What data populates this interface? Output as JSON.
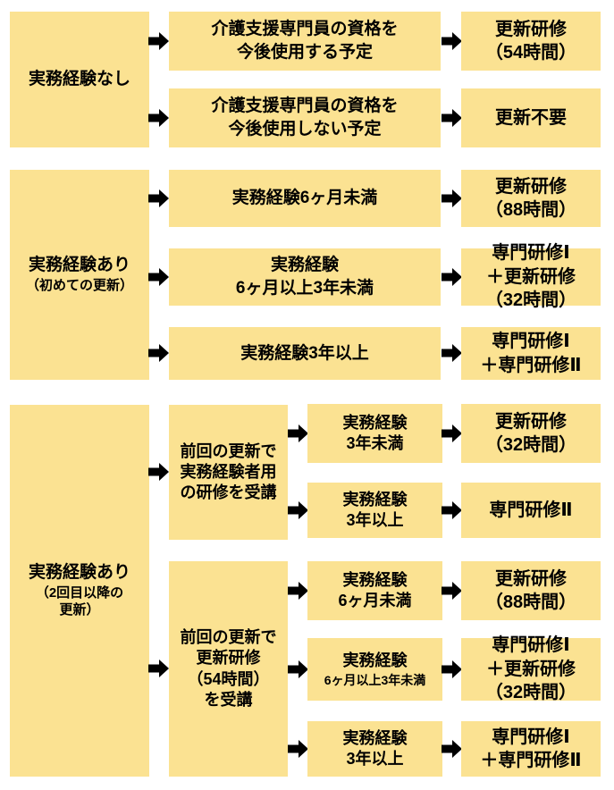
{
  "colors": {
    "box_fill": "#FBE292",
    "arrow": "#000000",
    "text": "#000000",
    "background": "#FFFFFF"
  },
  "sections": [
    {
      "id": "no-experience",
      "category": {
        "lines": [
          "実務経験なし"
        ]
      },
      "rows": [
        {
          "condition": {
            "lines": [
              "介護支援専門員の資格を",
              "今後使用する予定"
            ]
          },
          "result": {
            "lines": [
              "更新研修",
              "（54時間）"
            ]
          }
        },
        {
          "condition": {
            "lines": [
              "介護支援専門員の資格を",
              "今後使用しない予定"
            ]
          },
          "result": {
            "lines": [
              "更新不要"
            ]
          }
        }
      ]
    },
    {
      "id": "experience-first-renewal",
      "category": {
        "lines": [
          "実務経験あり",
          "（初めての更新）"
        ]
      },
      "rows": [
        {
          "condition": {
            "lines": [
              "実務経験6ヶ月未満"
            ]
          },
          "result": {
            "lines": [
              "更新研修",
              "（88時間）"
            ]
          }
        },
        {
          "condition": {
            "lines": [
              "実務経験",
              "6ヶ月以上3年未満"
            ]
          },
          "result": {
            "lines": [
              "専門研修Ⅰ",
              "＋更新研修",
              "（32時間）"
            ]
          }
        },
        {
          "condition": {
            "lines": [
              "実務経験3年以上"
            ]
          },
          "result": {
            "lines": [
              "専門研修Ⅰ",
              "＋専門研修Ⅱ"
            ]
          }
        }
      ]
    },
    {
      "id": "experience-later-renewal",
      "category": {
        "lines": [
          "実務経験あり",
          "（2回目以降の",
          "更新）"
        ]
      },
      "branches": [
        {
          "label": {
            "lines": [
              "前回の更新で",
              "実務経験者用",
              "の研修を受講"
            ]
          },
          "rows": [
            {
              "condition": {
                "lines": [
                  "実務経験",
                  "3年未満"
                ]
              },
              "result": {
                "lines": [
                  "更新研修",
                  "（32時間）"
                ]
              }
            },
            {
              "condition": {
                "lines": [
                  "実務経験",
                  "3年以上"
                ]
              },
              "result": {
                "lines": [
                  "専門研修Ⅱ"
                ]
              }
            }
          ]
        },
        {
          "label": {
            "lines": [
              "前回の更新で",
              "更新研修",
              "（54時間）",
              "を受講"
            ]
          },
          "rows": [
            {
              "condition": {
                "lines": [
                  "実務経験",
                  "6ヶ月未満"
                ]
              },
              "result": {
                "lines": [
                  "更新研修",
                  "（88時間）"
                ]
              }
            },
            {
              "condition": {
                "lines": [
                  "実務経験",
                  "6ヶ月以上3年未満"
                ]
              },
              "result": {
                "lines": [
                  "専門研修Ⅰ",
                  "＋更新研修",
                  "（32時間）"
                ]
              }
            },
            {
              "condition": {
                "lines": [
                  "実務経験",
                  "3年以上"
                ]
              },
              "result": {
                "lines": [
                  "専門研修Ⅰ",
                  "＋専門研修Ⅱ"
                ]
              }
            }
          ]
        }
      ]
    }
  ]
}
